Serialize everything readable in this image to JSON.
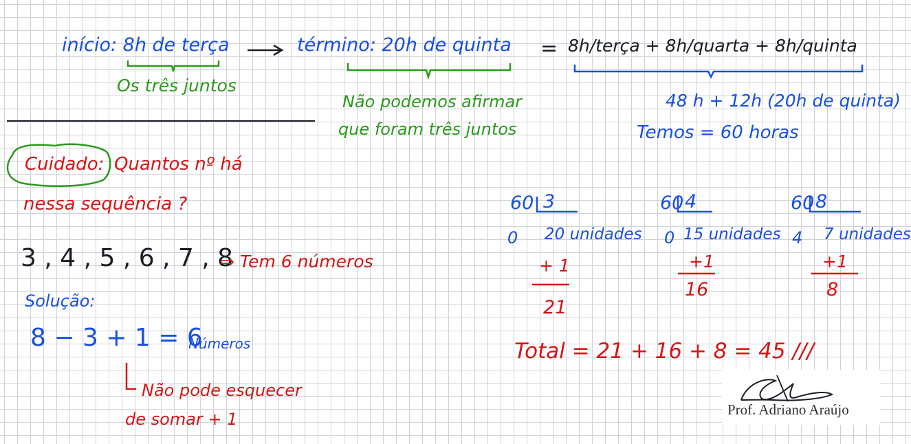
{
  "header": {
    "inicio": "início: 8h de terça",
    "tres_juntos_1": "Os três juntos",
    "termino": "término: 20h de quinta",
    "nao_podemos_1": "Não podemos afirmar",
    "nao_podemos_2": "que foram três juntos",
    "equals": "=",
    "hours_breakdown": "8h/terça + 8h/quarta + 8h/quinta",
    "sum": "48 h + 12h (20h de quinta)",
    "temos": "Temos = 60 horas"
  },
  "cuidado": {
    "label": "Cuidado:",
    "question_1": "Quantos nº há",
    "question_2": "nessa sequência ?",
    "sequence": "3 , 4 , 5 , 6 , 7 , 8",
    "tem": "⇒ Tem 6 números",
    "solucao": "Solução:",
    "formula": "8 − 3 + 1  = 6",
    "numeros": "Números",
    "note_1": "Não pode esquecer",
    "note_2": "de somar + 1"
  },
  "divisions": [
    {
      "dividend": "60",
      "divisor": "3",
      "remainder": "0",
      "quotient": "20 unidades",
      "plus": "+ 1",
      "result": "21"
    },
    {
      "dividend": "60",
      "divisor": "4",
      "remainder": "0",
      "quotient": "15 unidades",
      "plus": "+1",
      "result": "16"
    },
    {
      "dividend": "60",
      "divisor": "8",
      "remainder": "4",
      "quotient": "7 unidades",
      "plus": "+1",
      "result": "8"
    }
  ],
  "total": "Total = 21 + 16 + 8 = 45 ///",
  "signature": {
    "name": "Prof. Adriano Araújo"
  },
  "colors": {
    "blue_ink": "#1a4fe0",
    "green_ink": "#2c9a1c",
    "red_ink": "#d41616",
    "grid": "#cfd3d8"
  }
}
